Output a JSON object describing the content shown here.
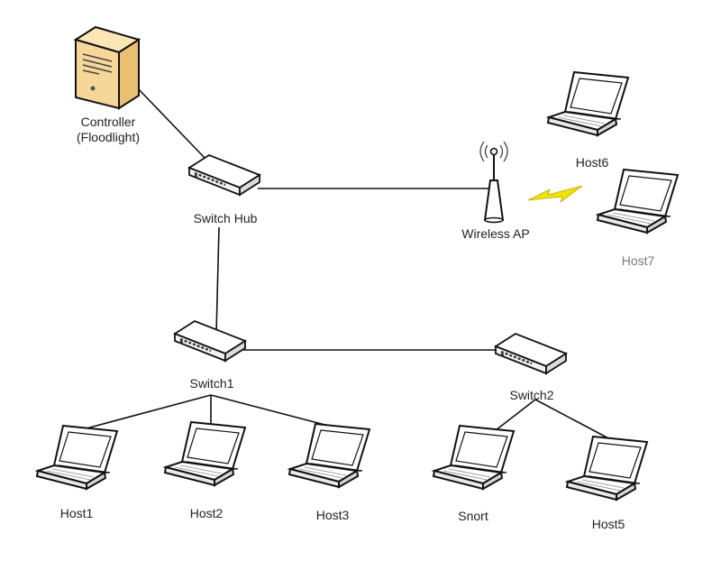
{
  "nodes": {
    "controller": {
      "line1": "Controller",
      "line2": "(Floodlight)"
    },
    "switch_hub": {
      "label": "Switch Hub"
    },
    "wireless_ap": {
      "label": "Wireless AP"
    },
    "switch1": {
      "label": "Switch1"
    },
    "switch2": {
      "label": "Switch2"
    },
    "host1": {
      "label": "Host1"
    },
    "host2": {
      "label": "Host2"
    },
    "host3": {
      "label": "Host3"
    },
    "snort": {
      "label": "Snort"
    },
    "host5": {
      "label": "Host5"
    },
    "host6": {
      "label": "Host6"
    },
    "host7": {
      "label": "Host7"
    }
  },
  "colors": {
    "server_body": "#f6d79a",
    "device_face": "#ffffff",
    "outline": "#111111",
    "wireless_signal": "#f2e200",
    "muted_label": "#7a7a7a"
  },
  "icons": {
    "controller": "server-tower-icon",
    "switch": "network-switch-icon",
    "access_point": "wireless-antenna-icon",
    "host": "laptop-icon",
    "signal": "lightning-bolt-icon"
  }
}
